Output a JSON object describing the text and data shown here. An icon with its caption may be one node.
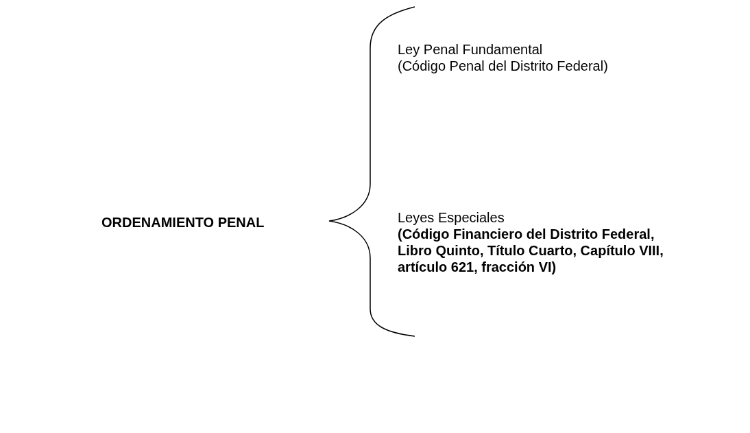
{
  "diagram": {
    "nodes": [
      {
        "text": [
          "ORDENAMIENTO PENAL"
        ]
      },
      {
        "text": [
          "Ley Penal Fundamental",
          "(Código Penal del Distrito Federal)"
        ]
      },
      {
        "text": [
          "Leyes Especiales",
          "**(Código Financiero del Distrito Federal, Libro Quinto, Título Cuarto, Capítulo VIII, artículo 621, fracción VI)**"
        ]
      }
    ]
  }
}
